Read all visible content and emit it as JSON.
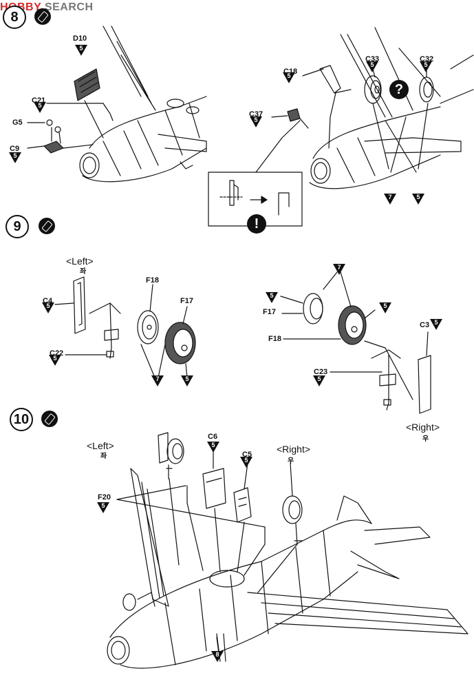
{
  "watermark": {
    "brand": "HOBBY",
    "suffix": " SEARCH"
  },
  "steps": [
    {
      "number": "8"
    },
    {
      "number": "9"
    },
    {
      "number": "10"
    }
  ],
  "parts": {
    "d10": "D10",
    "c21": "C21",
    "g5": "G5",
    "c9": "C9",
    "c18": "C18",
    "c33": "C33",
    "c32": "C32",
    "c37": "C37",
    "c4": "C4",
    "c22": "C22",
    "f18a": "F18",
    "f17a": "F17",
    "f17b": "F17",
    "f18b": "F18",
    "c23": "C23",
    "c3": "C3",
    "c6": "C6",
    "c5": "C5",
    "f20": "F20"
  },
  "paint_codes": {
    "five": "5",
    "seven": "7",
    "eight": "8"
  },
  "sides": {
    "left": "<Left>",
    "left_kr": "좌",
    "right": "<Right>",
    "right_kr": "우"
  },
  "symbols": {
    "question": "?",
    "warning": "!"
  },
  "colors": {
    "ink": "#111111",
    "watermark": "#d22a2a",
    "paper": "#ffffff"
  }
}
